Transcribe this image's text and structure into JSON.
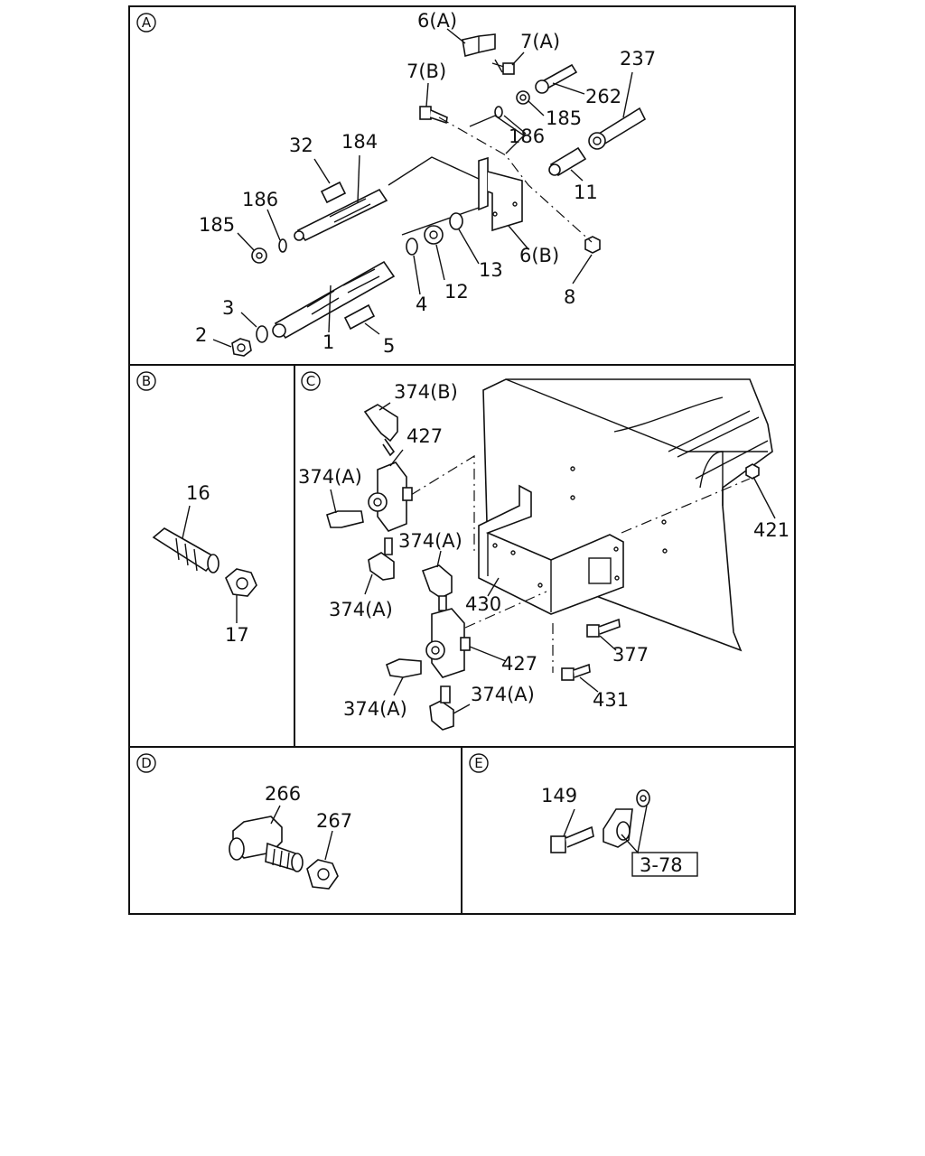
{
  "sections": [
    {
      "id": "A",
      "name": "section-a"
    },
    {
      "id": "B",
      "name": "section-b"
    },
    {
      "id": "C",
      "name": "section-c"
    },
    {
      "id": "D",
      "name": "section-d"
    },
    {
      "id": "E",
      "name": "section-e"
    }
  ],
  "callouts": {
    "A": [
      "6(A)",
      "7(A)",
      "7(B)",
      "237",
      "262",
      "185",
      "186",
      "32",
      "184",
      "186",
      "185",
      "11",
      "3",
      "2",
      "1",
      "4",
      "12",
      "13",
      "6(B)",
      "8",
      "5"
    ],
    "B": [
      "16",
      "17"
    ],
    "C": [
      "374(B)",
      "427",
      "374(A)",
      "374(A)",
      "374(A)",
      "430",
      "421",
      "377",
      "427",
      "431",
      "374(A)",
      "374(A)"
    ],
    "D": [
      "266",
      "267"
    ],
    "E": [
      "149",
      "3-78"
    ]
  },
  "reference_box": "3-78"
}
